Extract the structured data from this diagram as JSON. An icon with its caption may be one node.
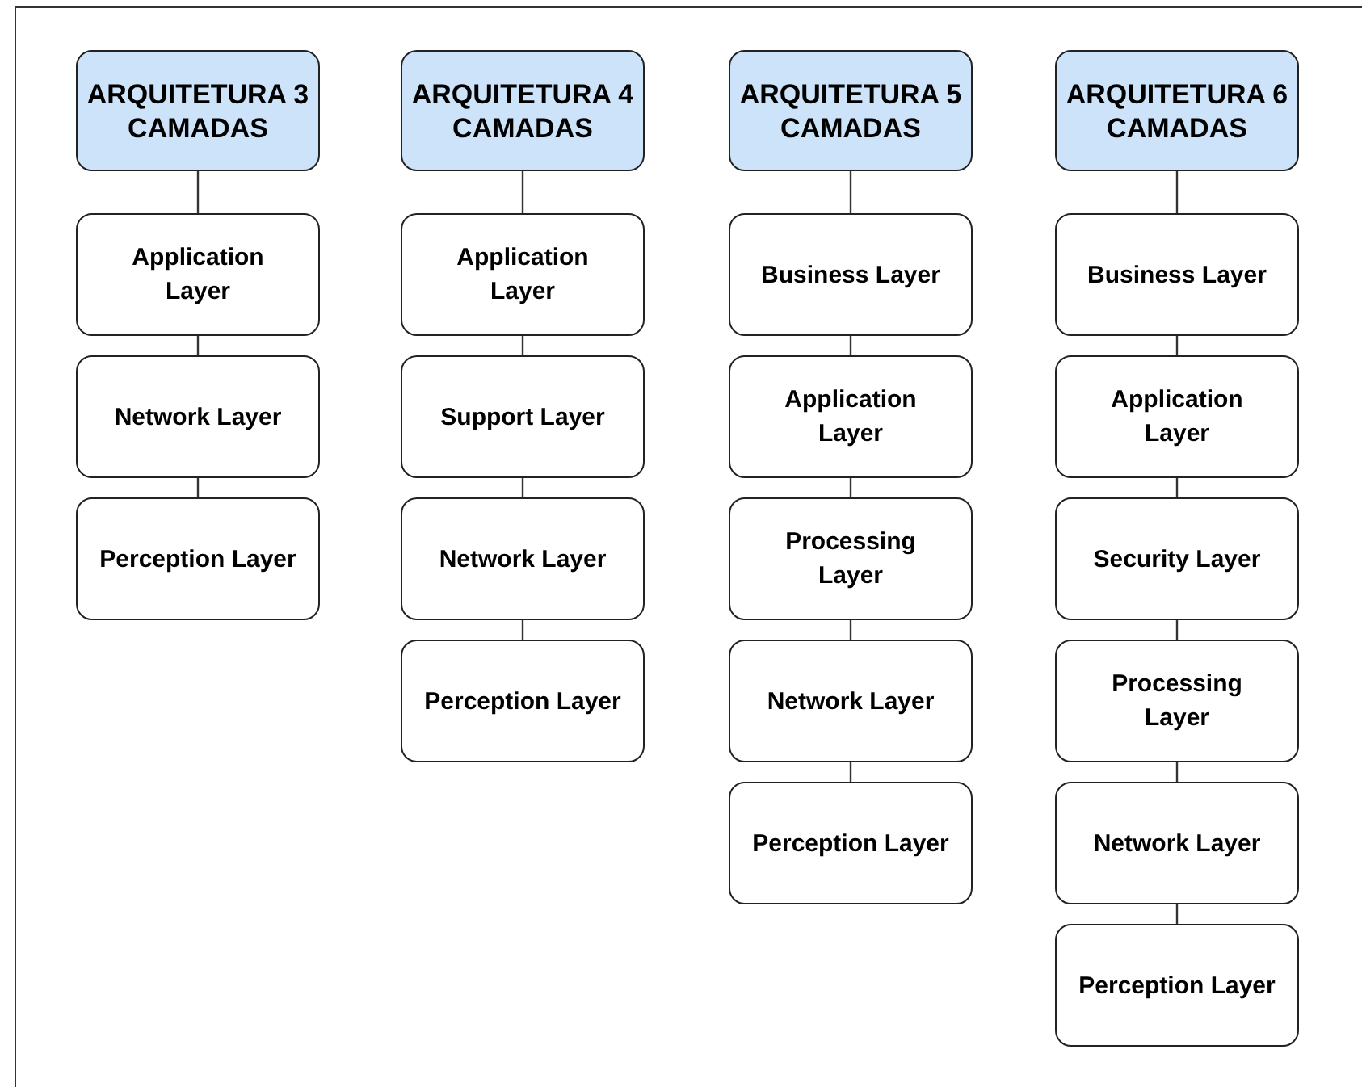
{
  "diagram": {
    "nodes": [
      {
        "text": [
          "ARQUITETURA 3 CAMADAS"
        ]
      },
      {
        "text": [
          "Application Layer"
        ]
      },
      {
        "text": [
          "Network Layer"
        ]
      },
      {
        "text": [
          "Perception Layer"
        ]
      },
      {
        "text": [
          "ARQUITETURA 4 CAMADAS"
        ]
      },
      {
        "text": [
          "Application Layer"
        ]
      },
      {
        "text": [
          "Support Layer"
        ]
      },
      {
        "text": [
          "Network Layer"
        ]
      },
      {
        "text": [
          "Perception Layer"
        ]
      },
      {
        "text": [
          "ARQUITETURA 5 CAMADAS"
        ]
      },
      {
        "text": [
          "Business Layer"
        ]
      },
      {
        "text": [
          "Application Layer"
        ]
      },
      {
        "text": [
          "Processing Layer"
        ]
      },
      {
        "text": [
          "Network Layer"
        ]
      },
      {
        "text": [
          "Perception Layer"
        ]
      },
      {
        "text": [
          "ARQUITETURA 6 CAMADAS"
        ]
      },
      {
        "text": [
          "Business Layer"
        ]
      },
      {
        "text": [
          "Application Layer"
        ]
      },
      {
        "text": [
          "Security Layer"
        ]
      },
      {
        "text": [
          "Processing Layer"
        ]
      },
      {
        "text": [
          "Network Layer"
        ]
      },
      {
        "text": [
          "Perception Layer"
        ]
      }
    ],
    "edges": [
      {
        "from": 0,
        "to": 1,
        "arrow": "none"
      },
      {
        "from": 1,
        "to": 2,
        "arrow": "none"
      },
      {
        "from": 2,
        "to": 3,
        "arrow": "none"
      },
      {
        "from": 4,
        "to": 5,
        "arrow": "none"
      },
      {
        "from": 5,
        "to": 6,
        "arrow": "none"
      },
      {
        "from": 6,
        "to": 7,
        "arrow": "none"
      },
      {
        "from": 7,
        "to": 8,
        "arrow": "none"
      },
      {
        "from": 9,
        "to": 10,
        "arrow": "none"
      },
      {
        "from": 10,
        "to": 11,
        "arrow": "none"
      },
      {
        "from": 11,
        "to": 12,
        "arrow": "none"
      },
      {
        "from": 12,
        "to": 13,
        "arrow": "none"
      },
      {
        "from": 13,
        "to": 14,
        "arrow": "none"
      },
      {
        "from": 15,
        "to": 16,
        "arrow": "none"
      },
      {
        "from": 16,
        "to": 17,
        "arrow": "none"
      },
      {
        "from": 17,
        "to": 18,
        "arrow": "none"
      },
      {
        "from": 18,
        "to": 19,
        "arrow": "none"
      },
      {
        "from": 19,
        "to": 20,
        "arrow": "none"
      },
      {
        "from": 20,
        "to": 21,
        "arrow": "none"
      }
    ]
  }
}
